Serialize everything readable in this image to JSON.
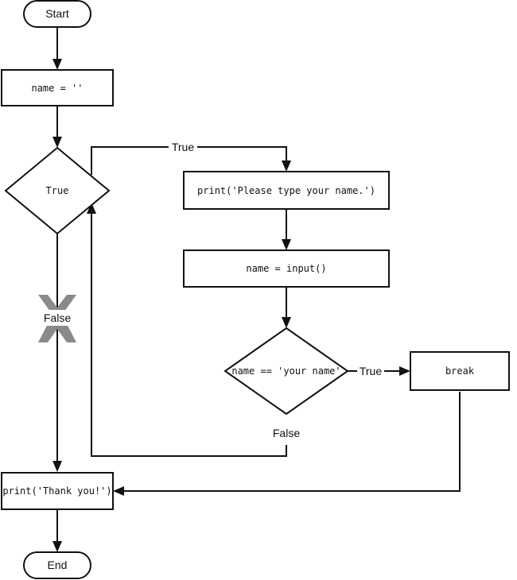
{
  "nodes": {
    "start": "Start",
    "assign_empty": "name = ''",
    "loop_condition": "True",
    "print_prompt": "print('Please type your name.')",
    "get_input": "name = input()",
    "check_name": "name == 'your name'",
    "break_stmt": "break",
    "print_thanks": "print('Thank you!')",
    "end": "End"
  },
  "edge_labels": {
    "loop_true": "True",
    "loop_false": "False",
    "check_true": "True",
    "check_false": "False"
  },
  "colors": {
    "line": "#111111",
    "crossed_path_mark": "#8a8a8a"
  }
}
